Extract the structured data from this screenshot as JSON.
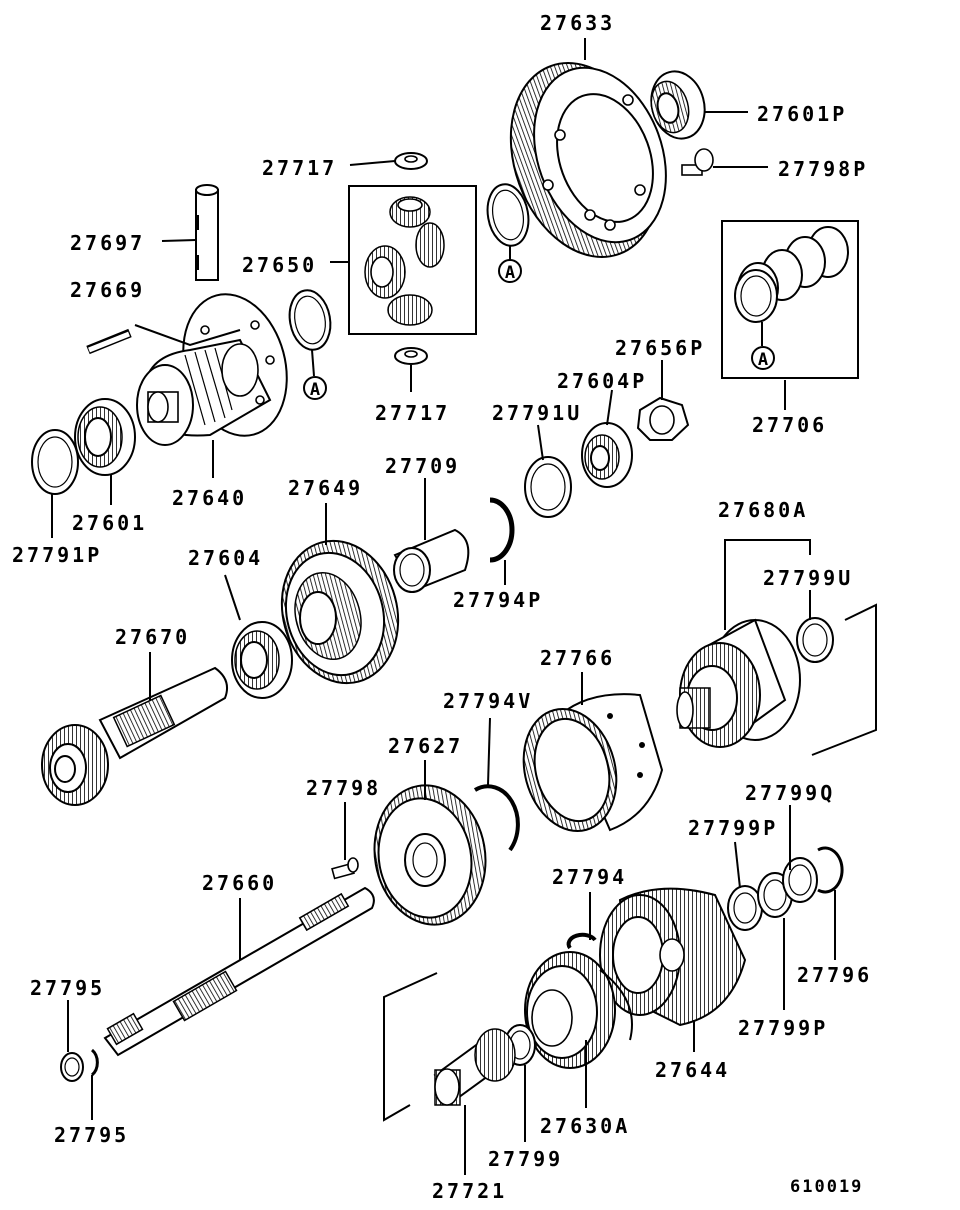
{
  "diagram_id": "610019",
  "callout_letter": "A",
  "parts": [
    {
      "id": "p27633",
      "label": "27633"
    },
    {
      "id": "p27601P",
      "label": "27601P"
    },
    {
      "id": "p27798P",
      "label": "27798P"
    },
    {
      "id": "p27717a",
      "label": "27717"
    },
    {
      "id": "p27717b",
      "label": "27717"
    },
    {
      "id": "p27697",
      "label": "27697"
    },
    {
      "id": "p27650",
      "label": "27650"
    },
    {
      "id": "p27669",
      "label": "27669"
    },
    {
      "id": "p27706",
      "label": "27706"
    },
    {
      "id": "p27656P",
      "label": "27656P"
    },
    {
      "id": "p27604P",
      "label": "27604P"
    },
    {
      "id": "p27791U",
      "label": "27791U"
    },
    {
      "id": "p27640",
      "label": "27640"
    },
    {
      "id": "p27601",
      "label": "27601"
    },
    {
      "id": "p27791P",
      "label": "27791P"
    },
    {
      "id": "p27649",
      "label": "27649"
    },
    {
      "id": "p27709",
      "label": "27709"
    },
    {
      "id": "p27794P",
      "label": "27794P"
    },
    {
      "id": "p27680A",
      "label": "27680A"
    },
    {
      "id": "p27799U",
      "label": "27799U"
    },
    {
      "id": "p27604",
      "label": "27604"
    },
    {
      "id": "p27670",
      "label": "27670"
    },
    {
      "id": "p27766",
      "label": "27766"
    },
    {
      "id": "p27794V",
      "label": "27794V"
    },
    {
      "id": "p27627",
      "label": "27627"
    },
    {
      "id": "p27798",
      "label": "27798"
    },
    {
      "id": "p27799Q",
      "label": "27799Q"
    },
    {
      "id": "p27799Pa",
      "label": "27799P"
    },
    {
      "id": "p27794",
      "label": "27794"
    },
    {
      "id": "p27660",
      "label": "27660"
    },
    {
      "id": "p27795a",
      "label": "27795"
    },
    {
      "id": "p27795b",
      "label": "27795"
    },
    {
      "id": "p27796",
      "label": "27796"
    },
    {
      "id": "p27799Pb",
      "label": "27799P"
    },
    {
      "id": "p27644",
      "label": "27644"
    },
    {
      "id": "p27630A",
      "label": "27630A"
    },
    {
      "id": "p27799",
      "label": "27799"
    },
    {
      "id": "p27721",
      "label": "27721"
    }
  ]
}
